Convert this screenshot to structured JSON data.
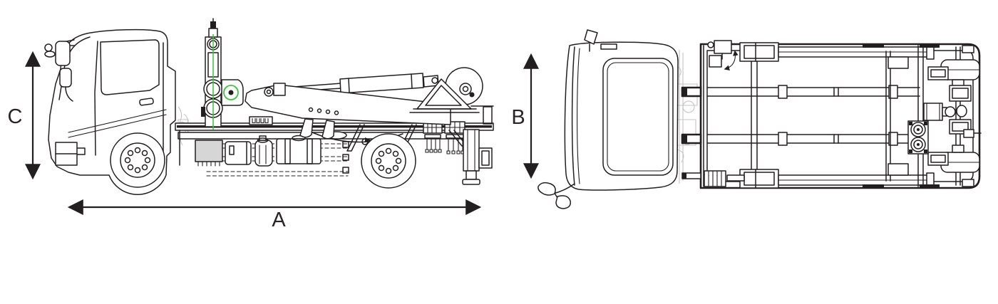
{
  "diagram": {
    "type": "technical-line-drawing",
    "subject": "hooklift-truck-dimension-diagram",
    "views": [
      {
        "id": "side",
        "name": "truck-side-view"
      },
      {
        "id": "top",
        "name": "truck-top-view"
      }
    ],
    "dimensions": {
      "a": {
        "label": "A",
        "orientation": "horizontal"
      },
      "b": {
        "label": "B",
        "orientation": "vertical"
      },
      "c": {
        "label": "C",
        "orientation": "vertical"
      }
    },
    "colors": {
      "line": "#231f20",
      "accent_green": "#3cc43c",
      "light_gray": "#c4c4c4",
      "panel_gray": "#d6d6d6",
      "background": "#ffffff"
    }
  }
}
